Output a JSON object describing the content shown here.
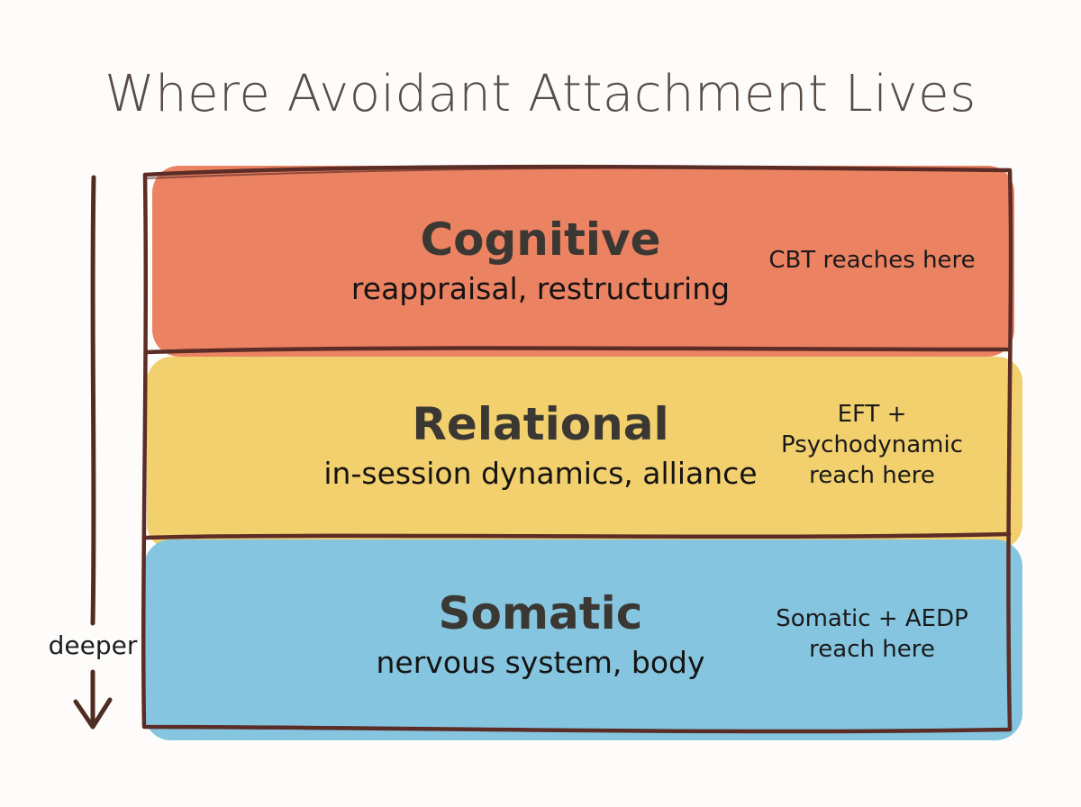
{
  "title": "Where Avoidant Attachment Lives",
  "depth_axis": {
    "label": "deeper"
  },
  "colors": {
    "outline": "#5b2d26",
    "arrow": "#4f2d22",
    "cognitive_fill": "#eb8262",
    "relational_fill": "#f2d06e",
    "somatic_fill": "#85c5e0"
  },
  "layers": [
    {
      "id": "cognitive",
      "heading": "Cognitive",
      "subtitle": "reappraisal, restructuring",
      "annotation": "CBT reaches here",
      "fill": "#eb8262"
    },
    {
      "id": "relational",
      "heading": "Relational",
      "subtitle": "in-session dynamics, alliance",
      "annotation": "EFT +\nPsychodynamic\nreach here",
      "fill": "#f2d06e"
    },
    {
      "id": "somatic",
      "heading": "Somatic",
      "subtitle": "nervous system, body",
      "annotation": "Somatic + AEDP\nreach here",
      "fill": "#85c5e0"
    }
  ]
}
